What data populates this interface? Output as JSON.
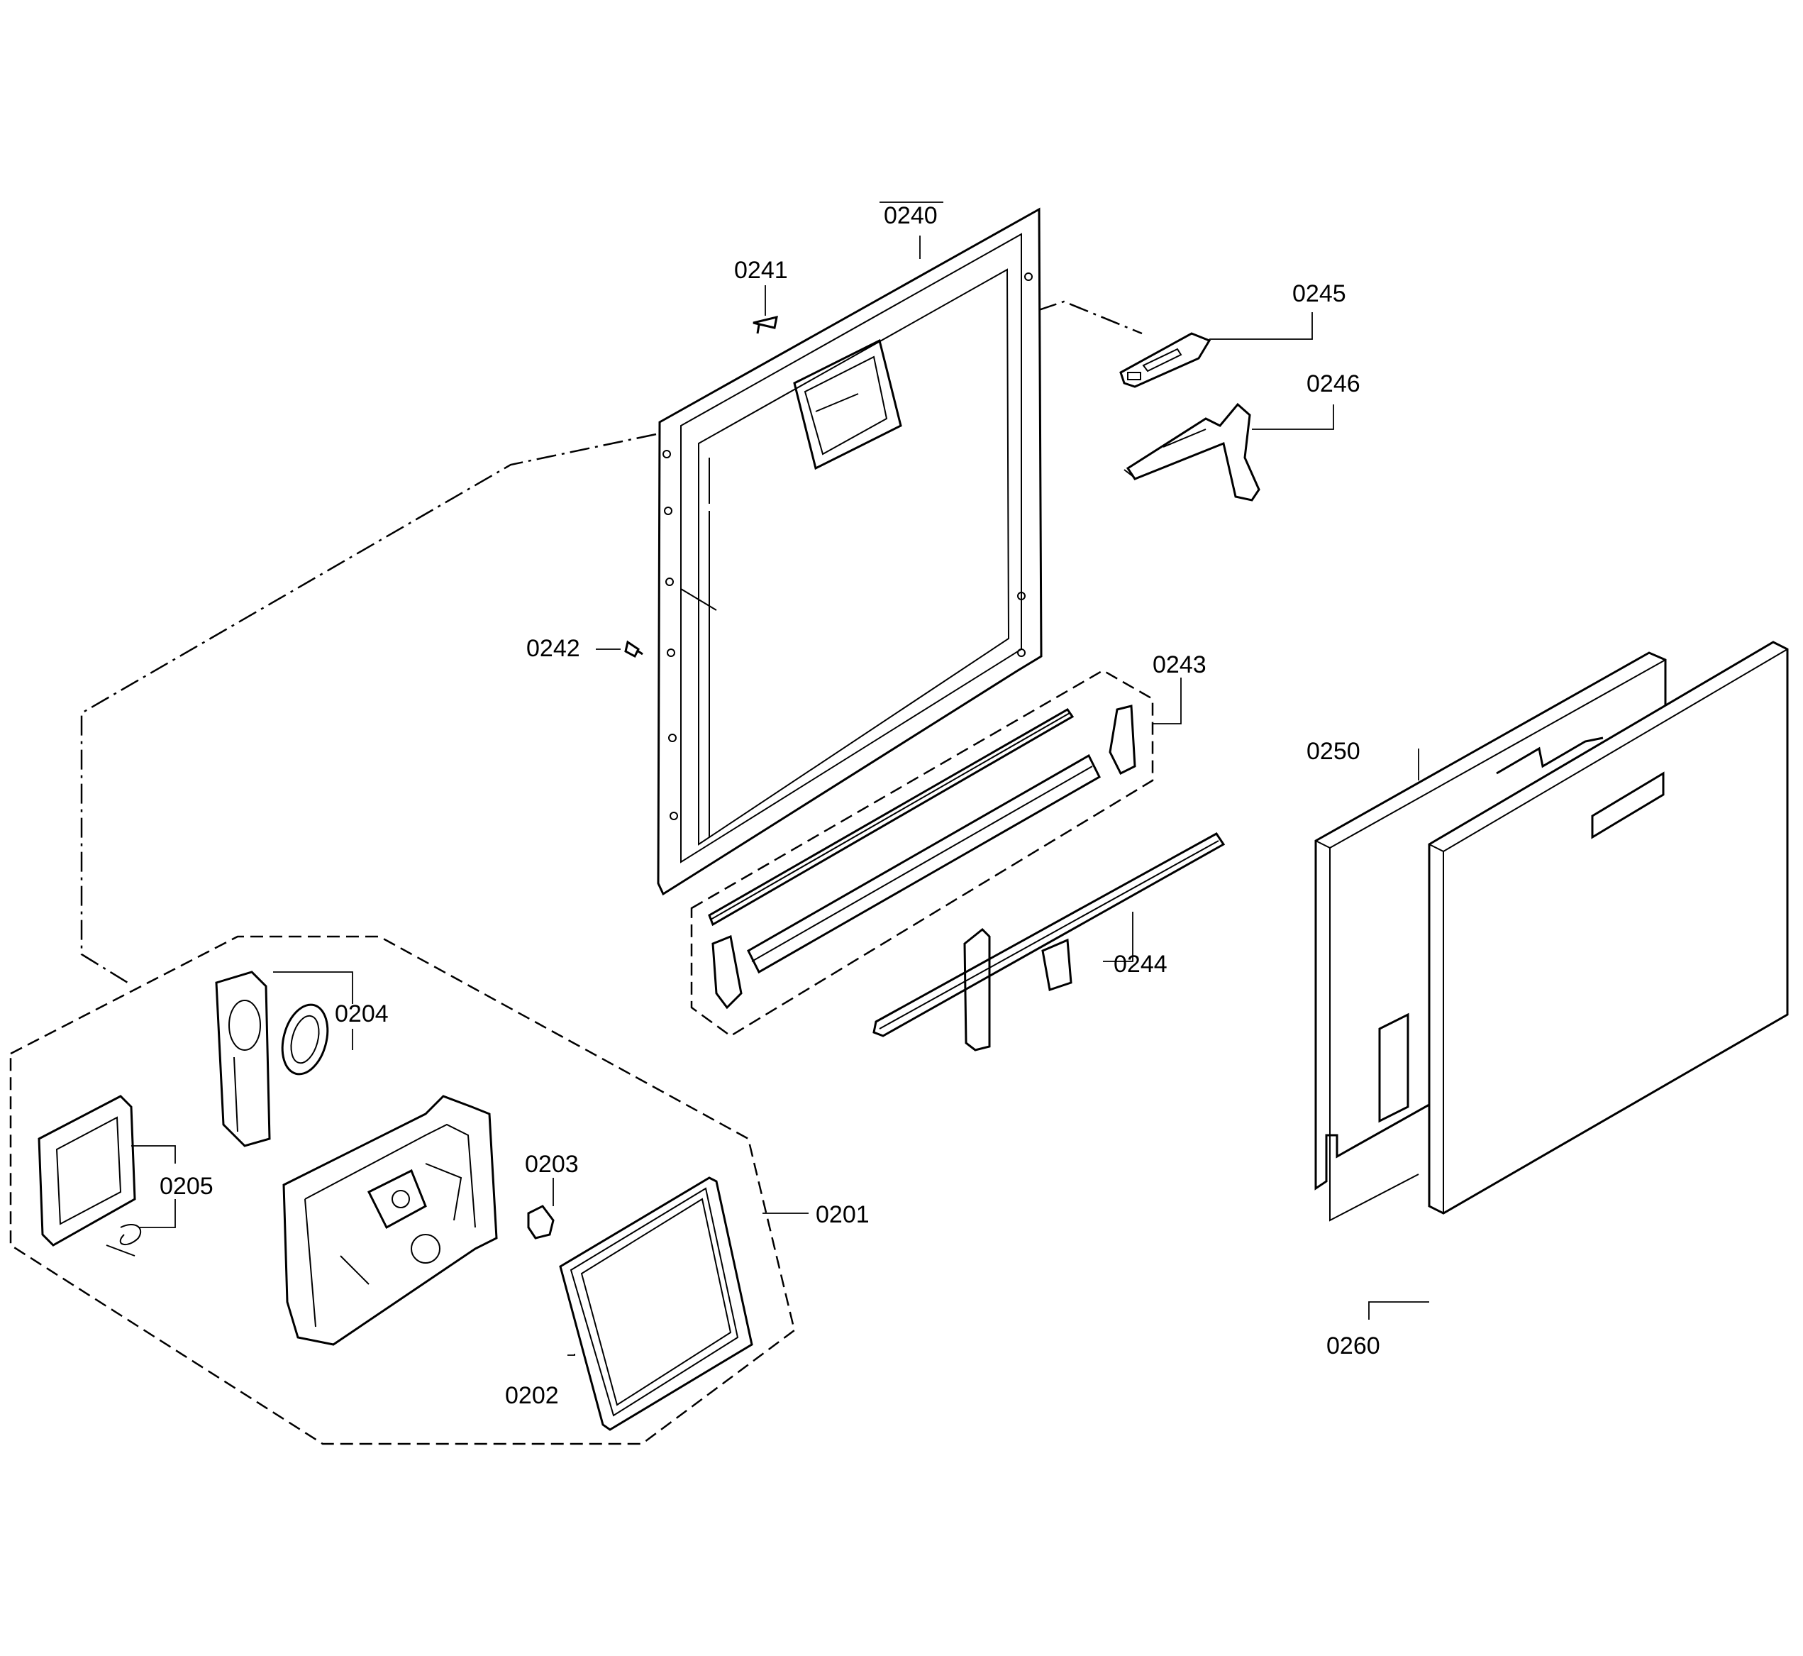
{
  "diagram": {
    "parts": [
      {
        "id": "0240"
      },
      {
        "id": "0241"
      },
      {
        "id": "0242"
      },
      {
        "id": "0243"
      },
      {
        "id": "0244"
      },
      {
        "id": "0245"
      },
      {
        "id": "0246"
      },
      {
        "id": "0250"
      },
      {
        "id": "0260"
      },
      {
        "id": "0201"
      },
      {
        "id": "0202"
      },
      {
        "id": "0203"
      },
      {
        "id": "0204"
      },
      {
        "id": "0205"
      }
    ]
  },
  "colors": {
    "line": "#000000",
    "background": "#ffffff"
  }
}
